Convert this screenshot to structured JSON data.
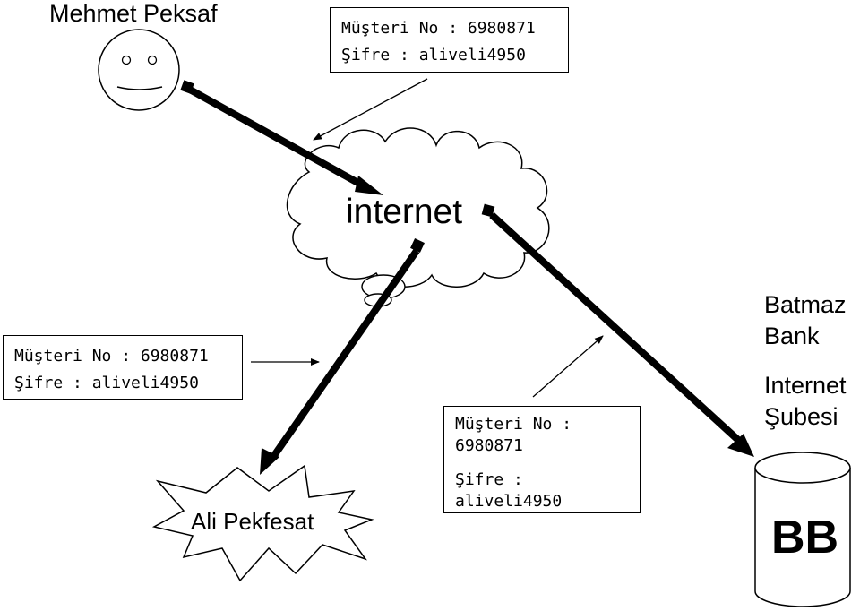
{
  "sender": {
    "name": "Mehmet Peksaf"
  },
  "credentials_top": {
    "customer_no": "Müşteri No : 6980871",
    "password": "Şifre : aliveli4950"
  },
  "credentials_left": {
    "customer_no": "Müşteri No : 6980871",
    "password": "Şifre : aliveli4950"
  },
  "credentials_bottom": {
    "customer_no_label": "Müşteri No :",
    "customer_no_value": "6980871",
    "password_label": "Şifre :",
    "password_value": "aliveli4950"
  },
  "network": {
    "label": "internet"
  },
  "attacker": {
    "name": "Ali Pekfesat"
  },
  "bank": {
    "name_line1": "Batmaz",
    "name_line2": "Bank",
    "branch_line1": "Internet",
    "branch_line2": "Şubesi",
    "logo": "BB"
  }
}
